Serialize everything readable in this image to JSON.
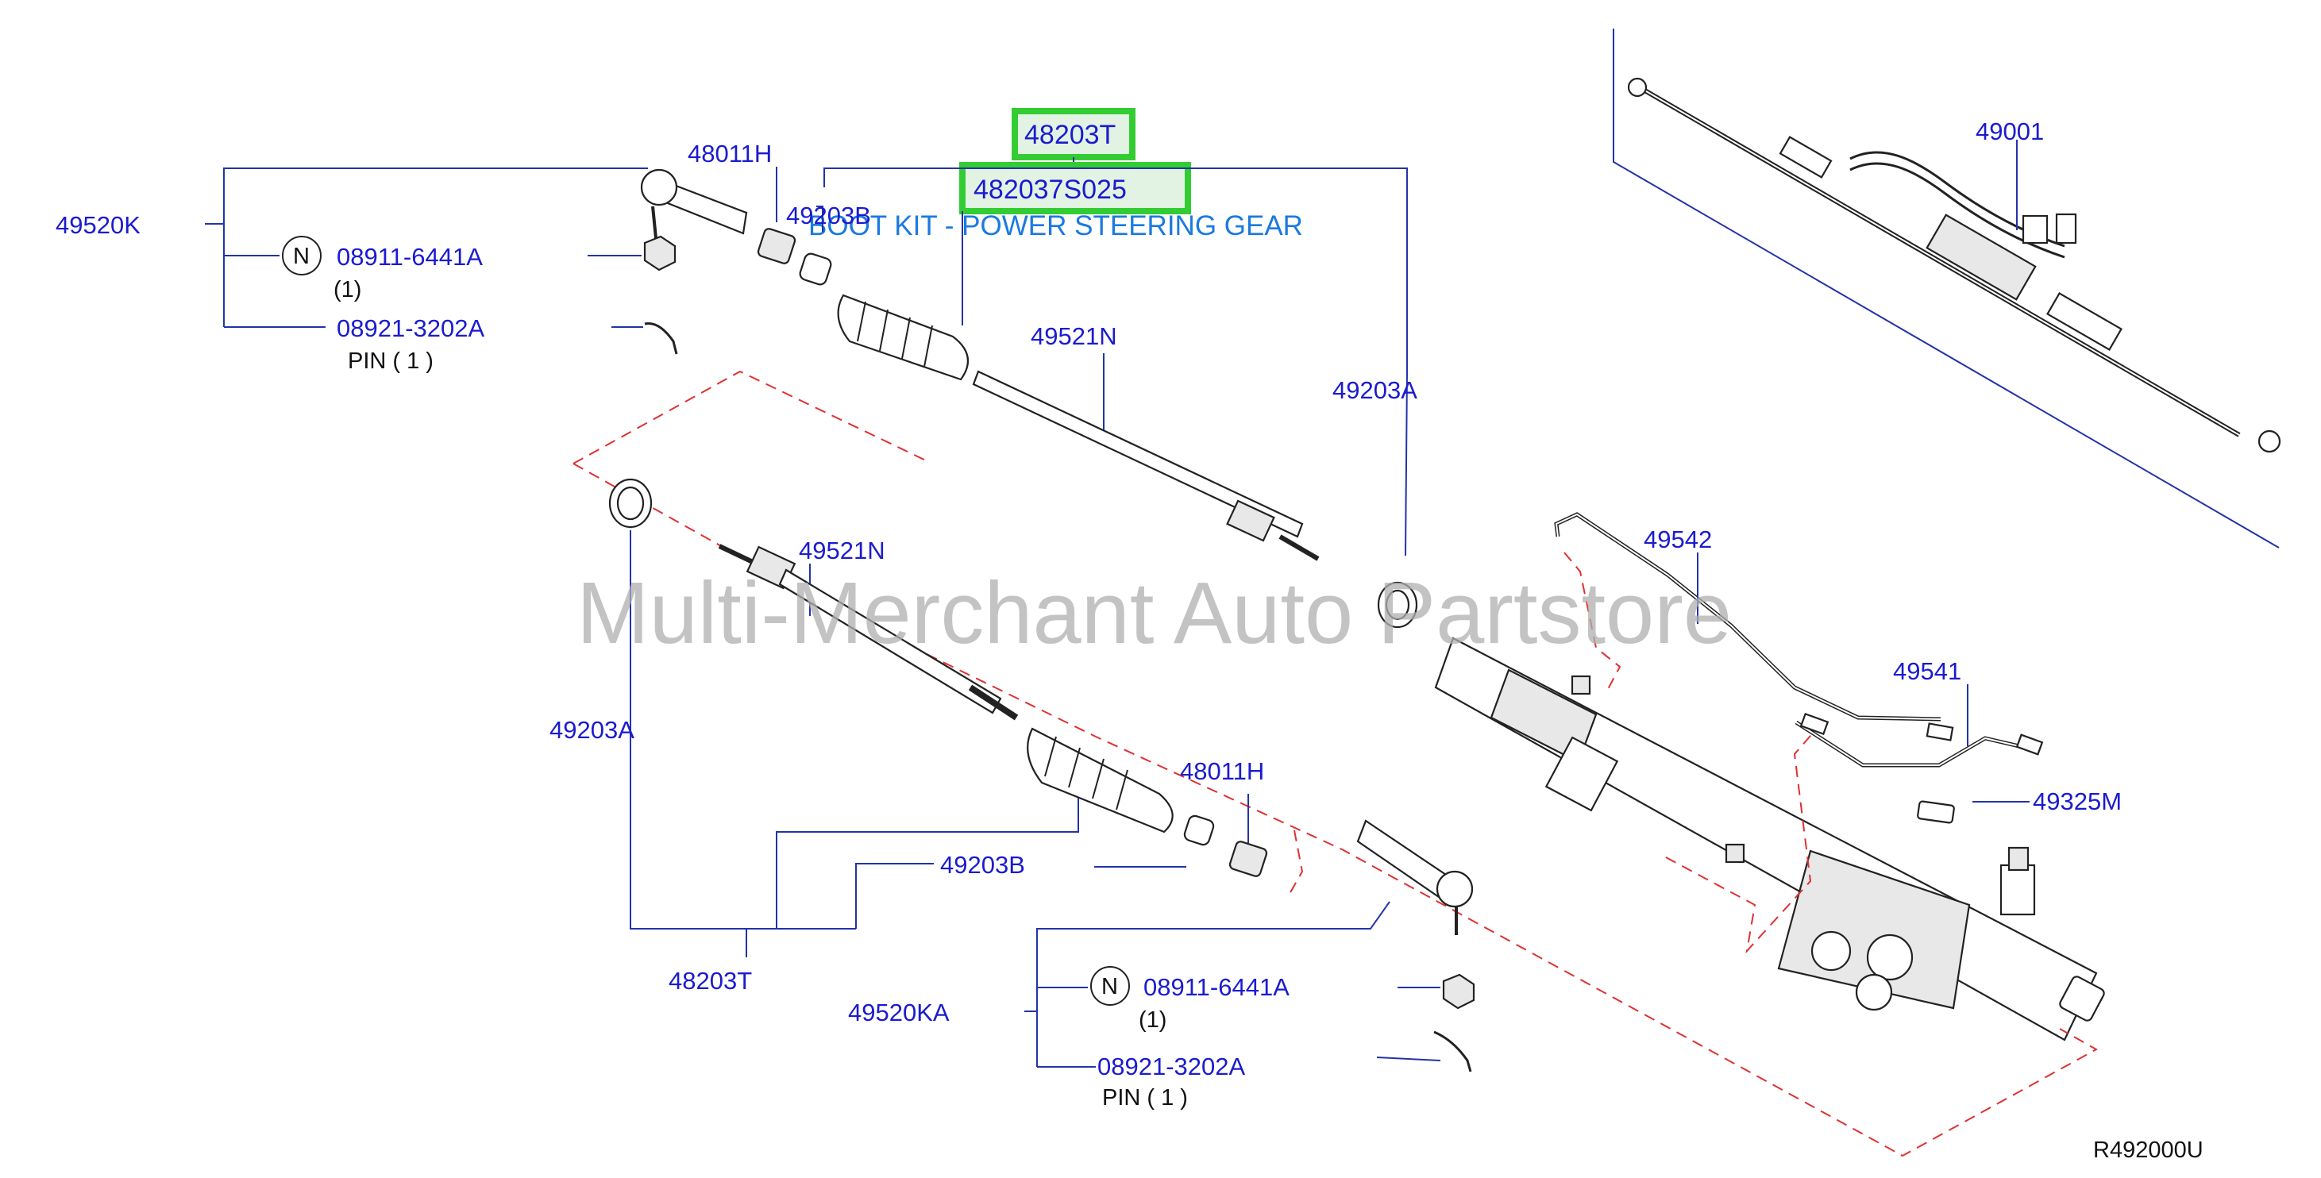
{
  "watermark": "Multi-Merchant Auto Partstore",
  "diagram_code": "R492000U",
  "highlight": {
    "part_a": "48203T",
    "part_b": "482037S025",
    "description": "BOOT KIT - POWER STEERING GEAR"
  },
  "labels": {
    "p48011H_top": "48011H",
    "p49203B_top": "49203B",
    "p49520K": "49520K",
    "p08911_top": "08911-6441A",
    "qty_top": "(1)",
    "p08921_top": "08921-3202A",
    "pin_top": "PIN ( 1 )",
    "p49521N_top": "49521N",
    "p49203A_right": "49203A",
    "p49001": "49001",
    "p49521N_mid": "49521N",
    "p49542": "49542",
    "p49541": "49541",
    "p49325M": "49325M",
    "p49203A_left": "49203A",
    "p48011H_bottom": "48011H",
    "p49203B_bottom": "49203B",
    "p48203T_bottom": "48203T",
    "p49520KA": "49520KA",
    "p08911_bottom": "08911-6441A",
    "qty_bottom": "(1)",
    "p08921_bottom": "08921-3202A",
    "pin_bottom": "PIN ( 1 )"
  },
  "note_marker": "N",
  "colors": {
    "label": "#1b1bd0",
    "leader": "#2233aa",
    "dashed_outline": "#e03030",
    "highlight_border": "#33cc33",
    "description": "#1b7ae0",
    "watermark": "#b0b0b0"
  }
}
